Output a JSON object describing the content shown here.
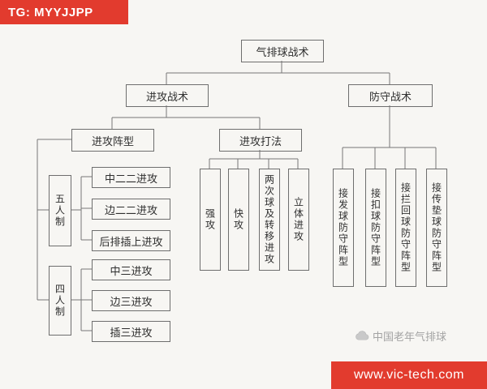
{
  "banners": {
    "top_left": "TG: MYYJJPP",
    "bottom_right": "www.vic-tech.com"
  },
  "watermark": {
    "label": "中国老年气排球"
  },
  "diagram": {
    "type": "org-tree",
    "root": "气排球战术",
    "offense": {
      "label": "进攻战术",
      "formation": {
        "label": "进攻阵型",
        "five_player": {
          "label": "五人制",
          "items": [
            "中二二进攻",
            "边二二进攻",
            "后排插上进攻"
          ]
        },
        "four_player": {
          "label": "四人制",
          "items": [
            "中三进攻",
            "边三进攻",
            "插三进攻"
          ]
        }
      },
      "methods": {
        "label": "进攻打法",
        "items": [
          "强攻",
          "快攻",
          "两次球及转移进攻",
          "立体进攻"
        ]
      }
    },
    "defense": {
      "label": "防守战术",
      "items": [
        "接发球防守阵型",
        "接扣球防守阵型",
        "接拦回球防守阵型",
        "接传垫球防守阵型"
      ]
    }
  },
  "colors": {
    "banner_red": "#e23b2e",
    "line": "#777777",
    "box_border": "#6e6e6e",
    "text": "#2f2f2f",
    "watermark": "#a3a3a3"
  }
}
